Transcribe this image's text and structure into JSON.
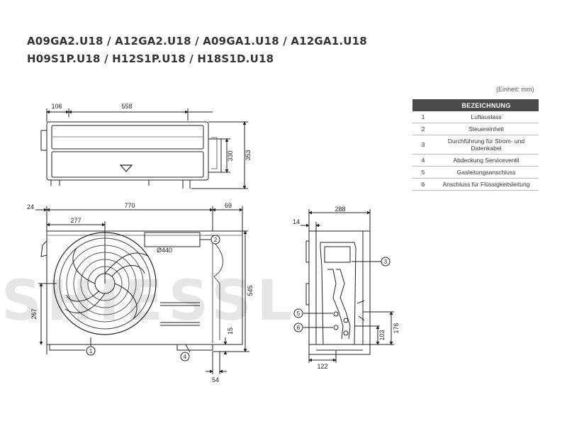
{
  "titles": {
    "line1": "A09GA2.U18 / A12GA2.U18 / A09GA1.U18 / A12GA1.U18",
    "line2": "H09S1P.U18 / H12S1P.U18 / H18S1D.U18"
  },
  "unit_note": "(Einheit: mm)",
  "legend": {
    "header": "BEZEICHNUNG",
    "rows": [
      {
        "num": "1",
        "label": "Luftauslass"
      },
      {
        "num": "2",
        "label": "Steuereinheit"
      },
      {
        "num": "3",
        "label": "Durchführung für Strom- und Datenkabel"
      },
      {
        "num": "4",
        "label": "Abdeckung Serviceventil"
      },
      {
        "num": "5",
        "label": "Gasleitungsanschluss"
      },
      {
        "num": "6",
        "label": "Anschluss für Flüssigkeitsleitung"
      }
    ]
  },
  "top_view": {
    "dim_106": "106",
    "dim_558": "558",
    "dim_330": "330",
    "dim_353": "353"
  },
  "front_view": {
    "dim_24": "24",
    "dim_770": "770",
    "dim_69": "69",
    "dim_277": "277",
    "fan_dia": "Ø440",
    "dim_545": "545",
    "dim_267": "267",
    "dim_15": "15",
    "dim_54": "54",
    "callout_1": "1",
    "callout_2": "2",
    "callout_4": "4"
  },
  "side_view": {
    "dim_288": "288",
    "dim_14": "14",
    "dim_122": "122",
    "dim_103": "103",
    "dim_176": "176",
    "callout_3": "3",
    "callout_5": "5",
    "callout_6": "6"
  },
  "watermark": "SHIESSL"
}
